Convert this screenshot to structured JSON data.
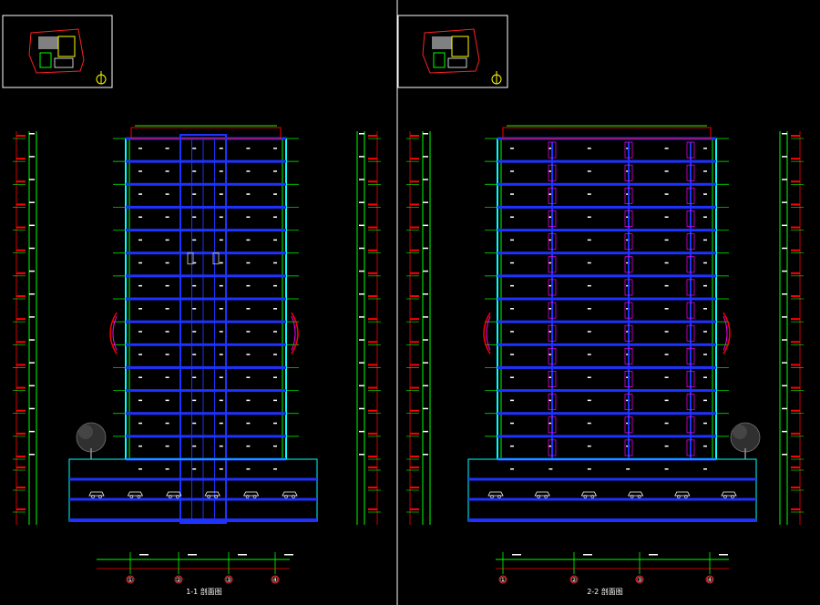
{
  "sections": [
    {
      "title": "1-1 剖面图",
      "axes": [
        "①",
        "②",
        "③",
        "④"
      ]
    },
    {
      "title": "2-2 剖面图",
      "axes": [
        "①",
        "②",
        "③",
        "④"
      ]
    }
  ],
  "colors": {
    "background": "#000000",
    "structure": "#1e32ff",
    "dimension": "#00ff00",
    "elevation": "#ff0000",
    "accent": "#00ffff",
    "partition": "#ff00ff",
    "text": "#ffffff"
  },
  "icons": [
    "north-arrow-icon",
    "tree-icon",
    "car-icon",
    "axis-bubble-icon"
  ]
}
